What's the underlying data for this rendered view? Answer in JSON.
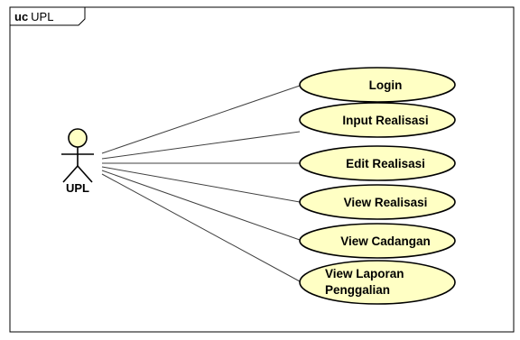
{
  "frame": {
    "keyword": "uc",
    "name": "UPL"
  },
  "actor": {
    "name": "UPL"
  },
  "use_cases": [
    {
      "lines": [
        "Login"
      ]
    },
    {
      "lines": [
        "Input Realisasi"
      ]
    },
    {
      "lines": [
        "Edit Realisasi"
      ]
    },
    {
      "lines": [
        "View Realisasi"
      ]
    },
    {
      "lines": [
        "View Cadangan"
      ]
    },
    {
      "lines": [
        "View Laporan",
        "Penggalian"
      ]
    }
  ],
  "colors": {
    "usecase_fill": "#ffffc4",
    "stroke": "#000000",
    "association": "#404040",
    "frame": "#000000",
    "background": "#ffffff"
  }
}
